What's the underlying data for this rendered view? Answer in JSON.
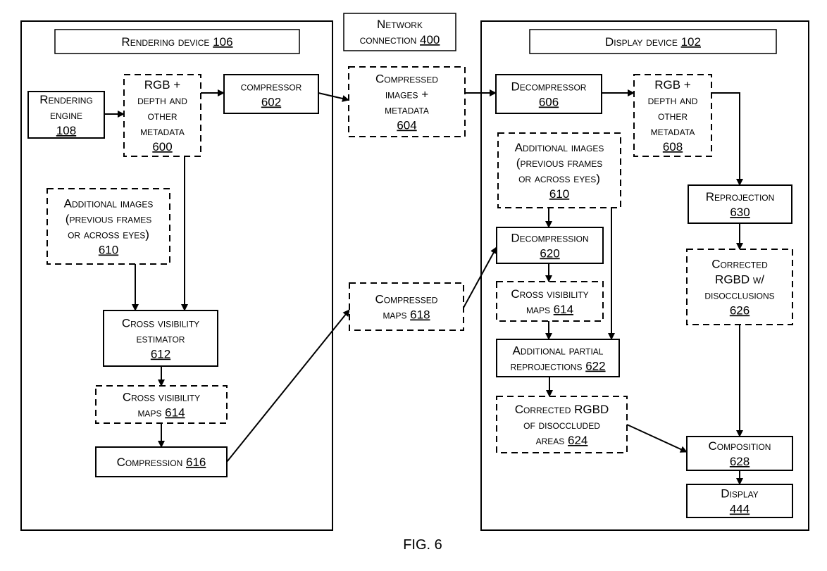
{
  "figure_label": "FIG. 6",
  "network": {
    "title": "Network",
    "title_line2": "connection",
    "number": "400"
  },
  "rendering_device": {
    "title": "Rendering device",
    "number": "106"
  },
  "display_device": {
    "title": "Display device",
    "number": "102"
  },
  "boxes": {
    "rendering_engine": {
      "lines": [
        "Rendering",
        "engine"
      ],
      "number": "108"
    },
    "rgb_600": {
      "lines": [
        "RGB +",
        "depth and",
        "other",
        "metadata"
      ],
      "number": "600"
    },
    "compressor": {
      "lines": [
        "compressor"
      ],
      "number": "602"
    },
    "additional_610_left": {
      "lines": [
        "Additional images",
        "(previous frames",
        "or across eyes)"
      ],
      "number": "610"
    },
    "cross_estimator": {
      "lines": [
        "Cross visibility",
        "estimator"
      ],
      "number": "612"
    },
    "cross_maps_left": {
      "lines": [
        "Cross visibility"
      ],
      "last_prefix": "maps",
      "number": "614"
    },
    "compression_616": {
      "lines": [],
      "last_prefix": "Compression",
      "number": "616"
    },
    "compressed_images": {
      "lines": [
        "Compressed",
        "images +",
        "metadata"
      ],
      "number": "604"
    },
    "compressed_maps": {
      "lines": [
        "Compressed"
      ],
      "last_prefix": "maps",
      "number": "618"
    },
    "decompressor": {
      "lines": [
        "Decompressor"
      ],
      "number": "606"
    },
    "rgb_608": {
      "lines": [
        "RGB +",
        "depth and",
        "other",
        "metadata"
      ],
      "number": "608"
    },
    "additional_610_right": {
      "lines": [
        "Additional images",
        "(previous frames",
        "or across eyes)"
      ],
      "number": "610"
    },
    "decompression": {
      "lines": [
        "Decompression"
      ],
      "number": "620"
    },
    "cross_maps_right": {
      "lines": [
        "Cross visibility"
      ],
      "last_prefix": "maps",
      "number": "614"
    },
    "partial_reprojections": {
      "lines": [
        "Additional partial"
      ],
      "last_prefix": "reprojections",
      "number": "622"
    },
    "corrected_areas": {
      "lines": [
        "Corrected RGBD",
        "of disoccluded"
      ],
      "last_prefix": "areas",
      "number": "624"
    },
    "reprojection": {
      "lines": [
        "Reprojection"
      ],
      "number": "630"
    },
    "corrected_626": {
      "lines": [
        "Corrected",
        "RGBD w/",
        "disocclusions"
      ],
      "number": "626"
    },
    "composition": {
      "lines": [
        "Composition"
      ],
      "number": "628"
    },
    "display": {
      "lines": [
        "Display"
      ],
      "number": "444"
    }
  }
}
